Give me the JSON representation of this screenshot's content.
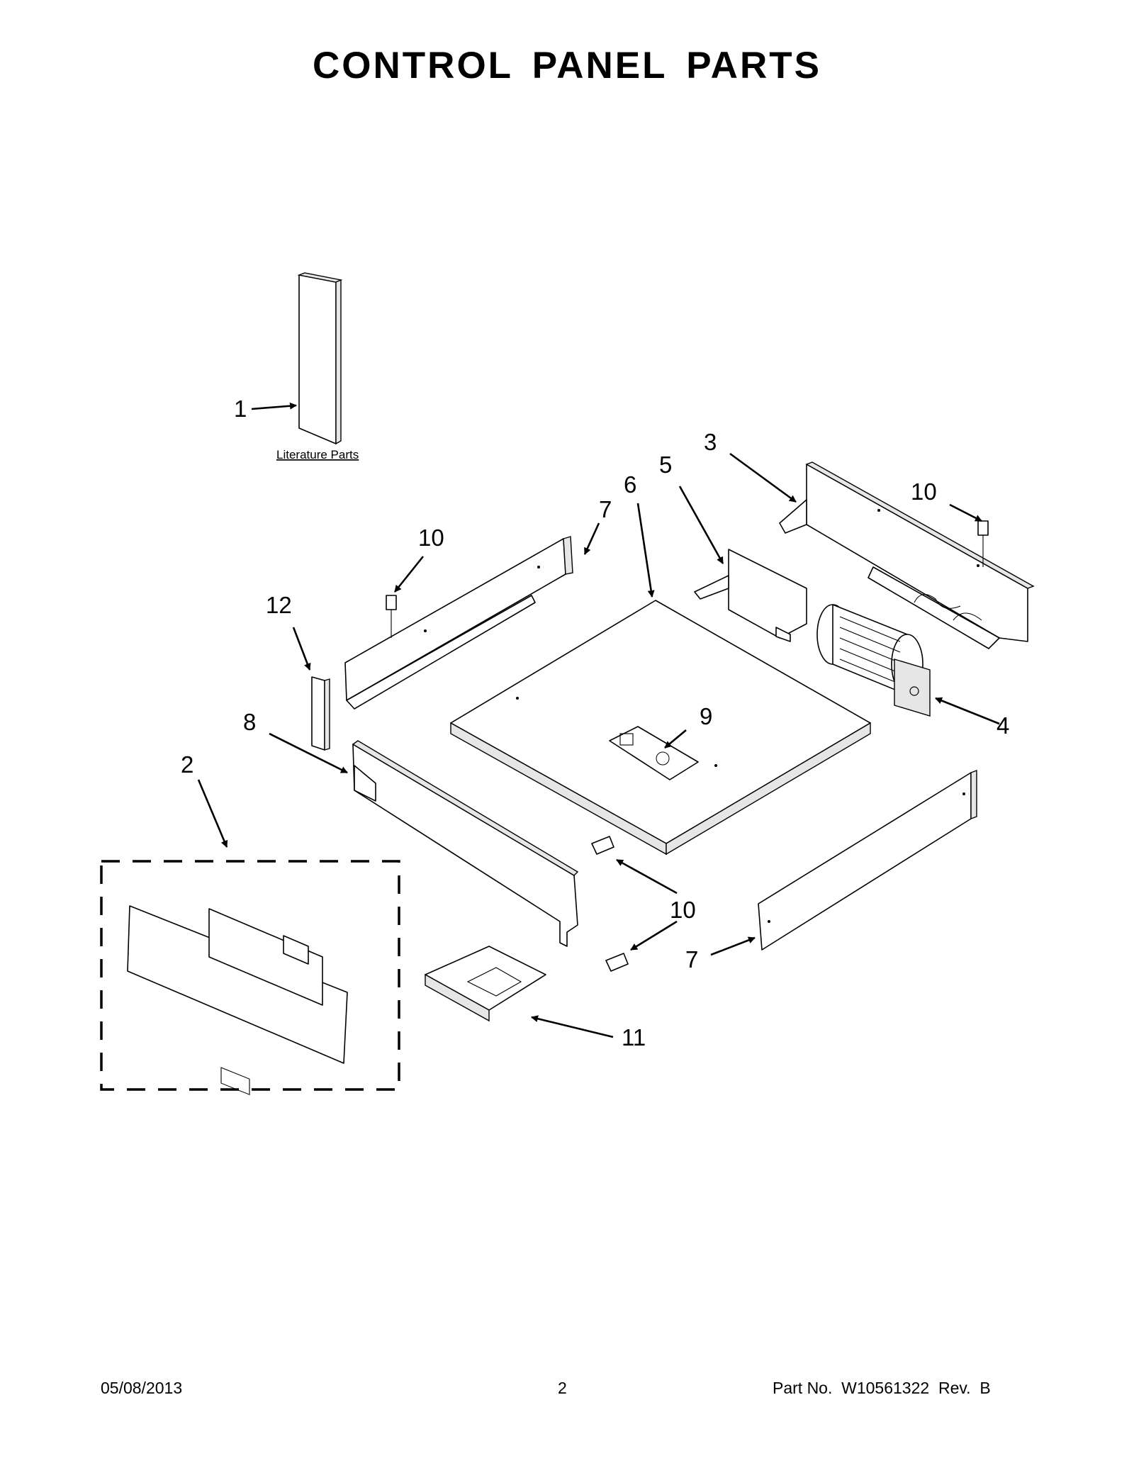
{
  "page": {
    "title": "CONTROL PANEL PARTS"
  },
  "diagram": {
    "literature_caption": "Literature Parts",
    "callouts": [
      "1",
      "2",
      "3",
      "4",
      "5",
      "6",
      "7",
      "7",
      "8",
      "9",
      "10",
      "10",
      "10",
      "11",
      "12"
    ],
    "labels": {
      "c1": "1",
      "c2": "2",
      "c3": "3",
      "c4": "4",
      "c5": "5",
      "c6": "6",
      "c7a": "7",
      "c7b": "7",
      "c8": "8",
      "c9": "9",
      "c10a": "10",
      "c10b": "10",
      "c10c": "10",
      "c11": "11",
      "c12": "12"
    }
  },
  "footer": {
    "date": "05/08/2013",
    "page_number": "2",
    "part_no": "Part No.  W10561322  Rev.  B"
  }
}
